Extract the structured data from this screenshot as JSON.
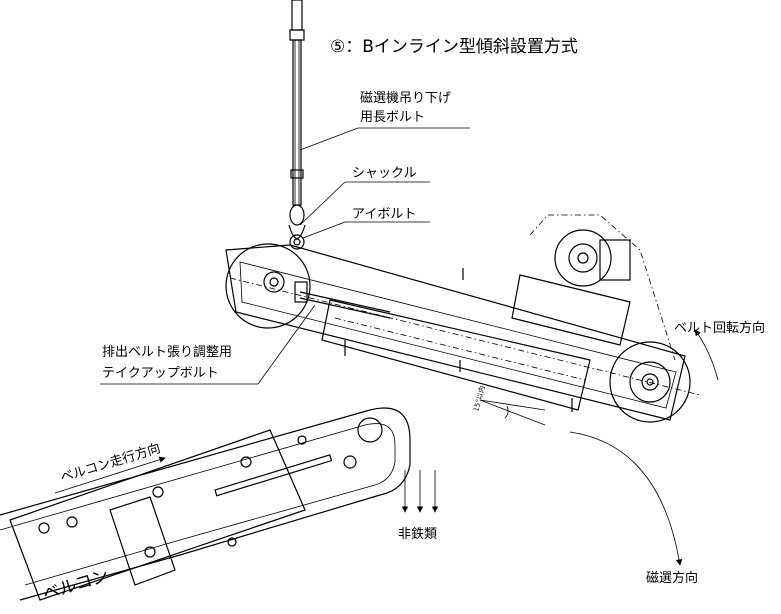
{
  "title": "⑤：Bインライン型傾斜設置方式",
  "labels": {
    "hanging_bolt_line1": "磁選機吊り下げ",
    "hanging_bolt_line2": "用長ボルト",
    "shackle": "シャックル",
    "eye_bolt": "アイボルト",
    "takeup_line1": "排出ベルト張り調整用",
    "takeup_line2": "テイクアップボルト",
    "belt_rotation": "ベルト回転方向",
    "conveyor_direction": "ベルコン走行方向",
    "non_ferrous": "非鉄類",
    "magnetic_direction": "磁選方向",
    "belt_conveyor": "ベルコン",
    "angle_note": "15°以内"
  }
}
